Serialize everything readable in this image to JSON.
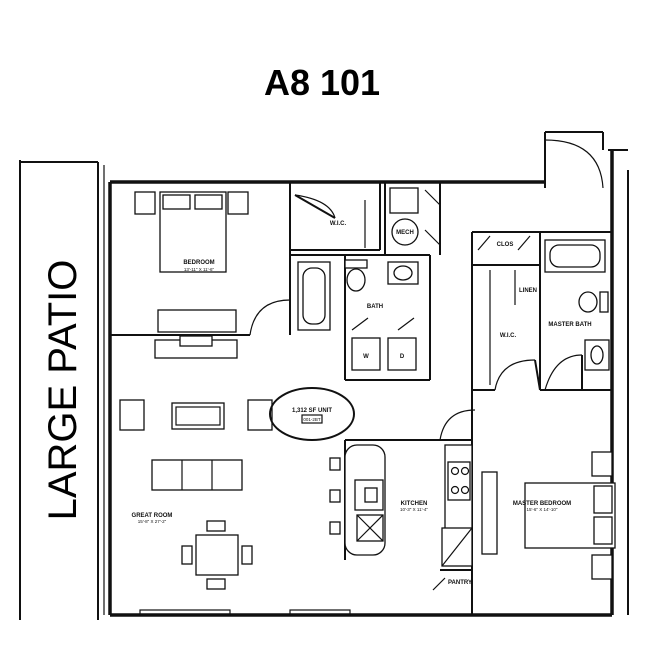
{
  "title": "A8 101",
  "patio_label": "LARGE PATIO",
  "rooms": {
    "bedroom": {
      "name": "BEDROOM",
      "dims": "13'-11\" X 11'-6\""
    },
    "wic_1": {
      "name": "W.I.C."
    },
    "mech": {
      "name": "MECH"
    },
    "bath": {
      "name": "BATH"
    },
    "washer": {
      "name": "W"
    },
    "dryer": {
      "name": "D"
    },
    "clos": {
      "name": "CLOS"
    },
    "linen": {
      "name": "LINEN"
    },
    "wic_2": {
      "name": "W.I.C."
    },
    "master_bath": {
      "name": "MASTER BATH"
    },
    "great_room": {
      "name": "GREAT ROOM",
      "dims": "15'-8\" X 27'-2\""
    },
    "kitchen": {
      "name": "KITCHEN",
      "dims": "10'-3\" X 11'-4\""
    },
    "master_bedroom": {
      "name": "MASTER BEDROOM",
      "dims": "15'-6\" X 14'-10\""
    },
    "pantry": {
      "name": "PANTRY"
    }
  },
  "unit": {
    "area": "1,312 SF UNIT",
    "code": "001-2BT"
  }
}
